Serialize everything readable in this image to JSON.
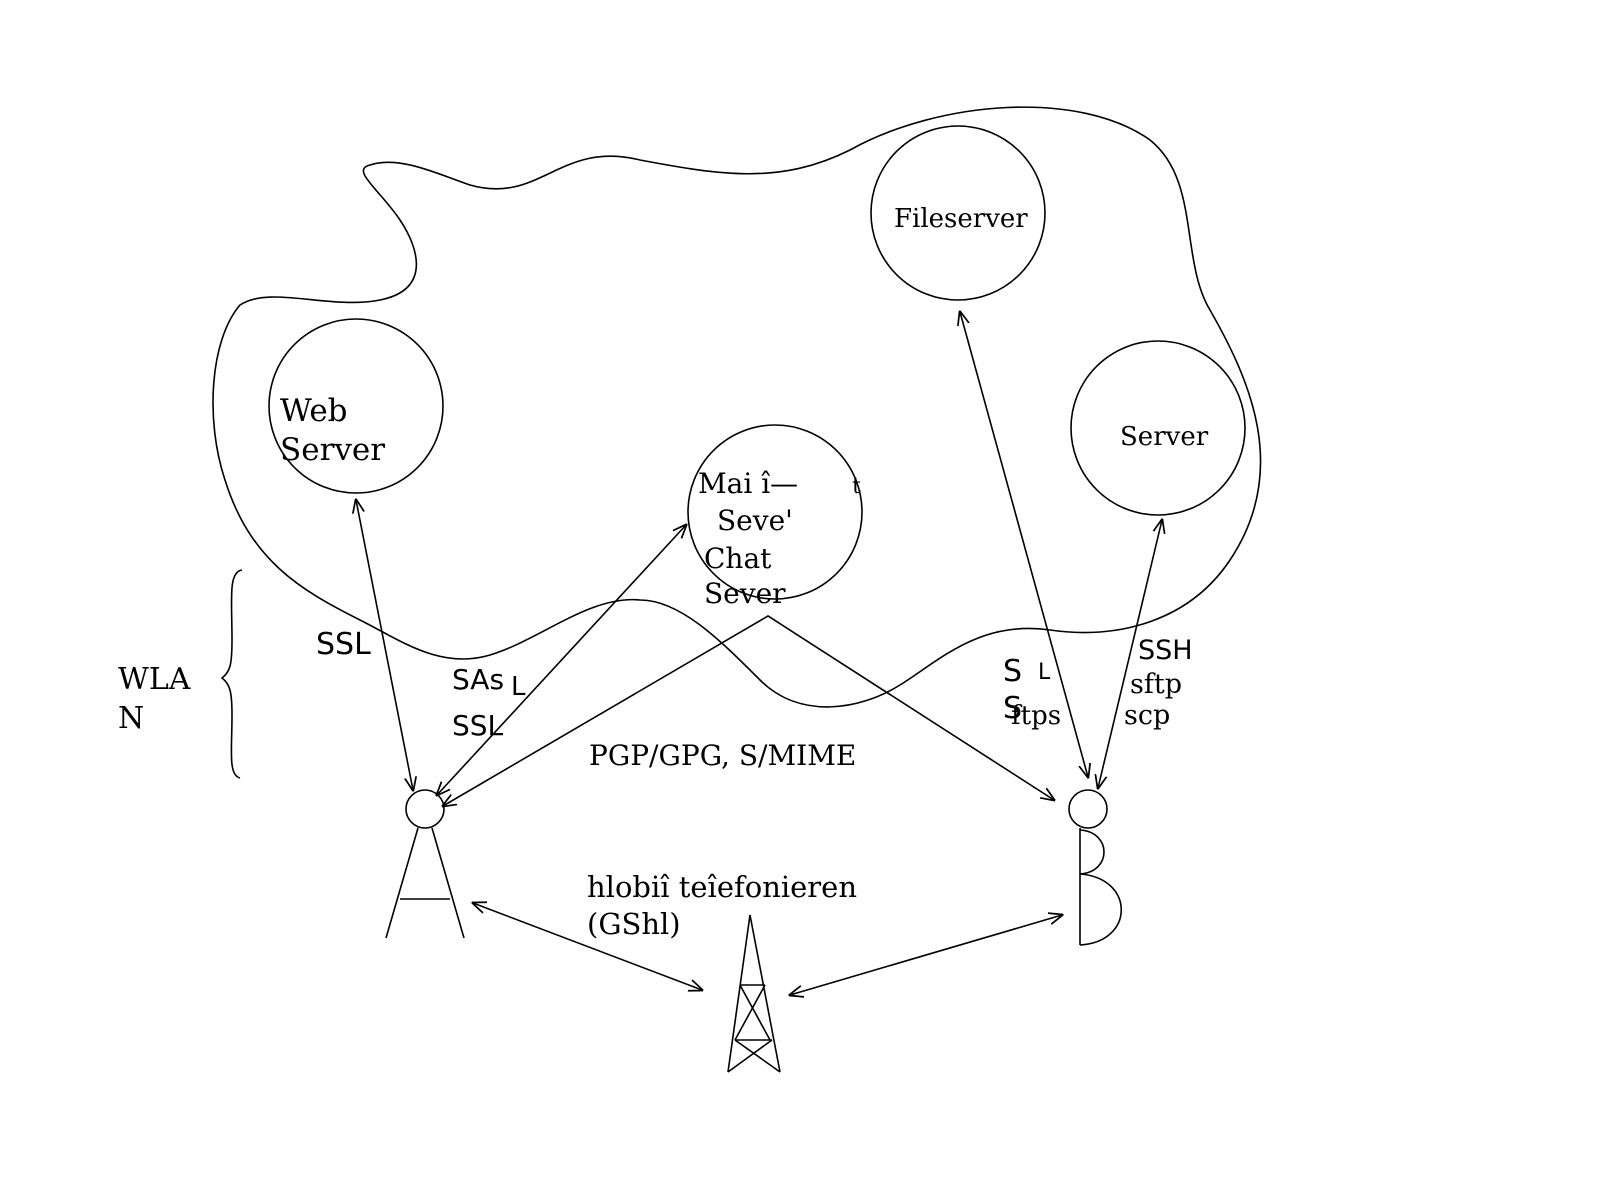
{
  "nodes": {
    "web_server": {
      "line1": "Web",
      "line2": "Server"
    },
    "mail_server": {
      "line1": "Mai î—",
      "line1_mark": "t",
      "line2": "Seve'",
      "line3": "Chat",
      "line4": "Sever"
    },
    "fileserver": {
      "label": "Fileserver"
    },
    "server": {
      "label": "Server"
    }
  },
  "brace_label": {
    "line1": "WLA",
    "line2": "N"
  },
  "protocols": {
    "ssl_web": "SSL",
    "sasl": "SAs",
    "sasl_l": "L",
    "ssl_mail": "SSL",
    "pgp": "PGP/GPG, S/MIME",
    "file_s1": "S",
    "file_l": "L",
    "file_s2": "S",
    "ftps": "ftps",
    "ssh": "SSH",
    "sftp": "sftp",
    "scp": "scp"
  },
  "gsm": {
    "line1": "hlobiî teîefonieren",
    "line2": "(GShl)"
  }
}
